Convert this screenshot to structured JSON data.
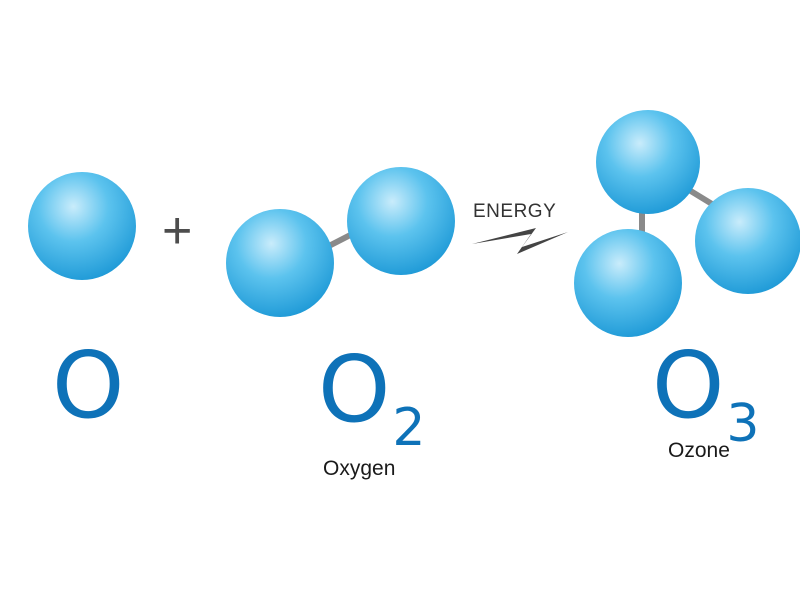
{
  "operator": "+",
  "energy_label": "ENERGY",
  "species": [
    {
      "element": "O",
      "subscript": "",
      "name": ""
    },
    {
      "element": "O",
      "subscript": "2",
      "name": "Oxygen"
    },
    {
      "element": "O",
      "subscript": "3",
      "name": "Ozone"
    }
  ],
  "colors": {
    "formula": "#0e72b8",
    "atom_light": "#c9ecfb",
    "atom_mid": "#5cc3ee",
    "atom_dark": "#1c98d6",
    "bond": "#8a8a8a",
    "arrow": "#444444"
  }
}
